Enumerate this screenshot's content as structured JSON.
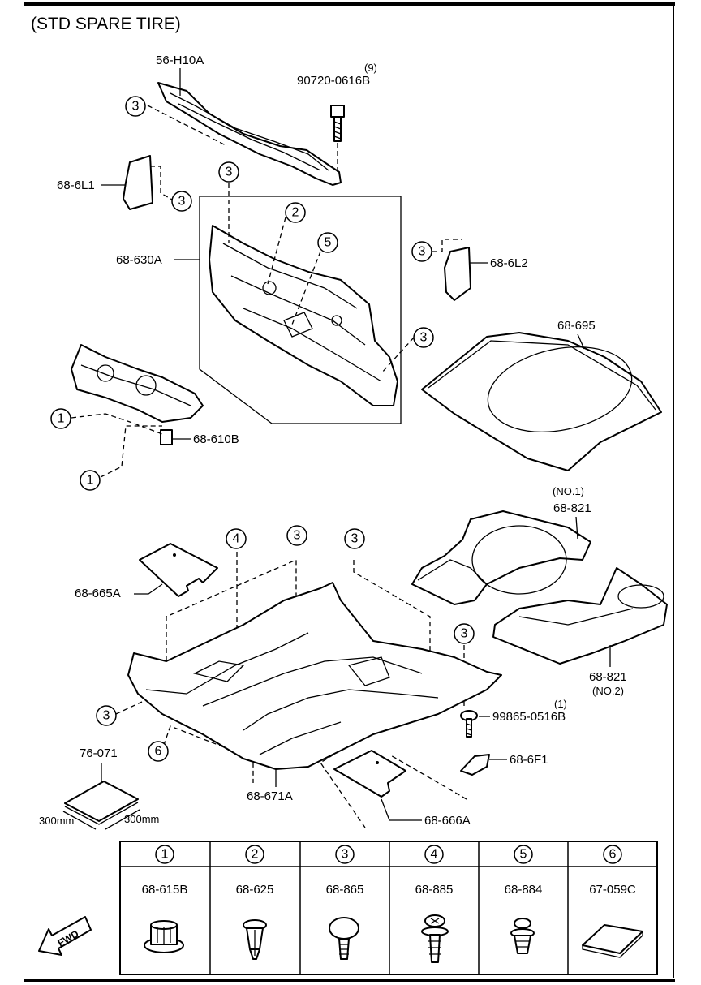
{
  "title": "(STD SPARE TIRE)",
  "callouts": {
    "c56h10a": "56-H10A",
    "c90720_qty": "(9)",
    "c90720": "90720-0616B",
    "c686l1": "68-6L1",
    "c68630a": "68-630A",
    "c686l2": "68-6L2",
    "c68695": "68-695",
    "c68610b": "68-610B",
    "c68821_top_note": "(NO.1)",
    "c68821_top": "68-821",
    "c68665a": "68-665A",
    "c68821_bot": "68-821",
    "c68821_bot_note": "(NO.2)",
    "c99865_qty": "(1)",
    "c99865": "99865-0516B",
    "c76071": "76-071",
    "c686f1": "68-6F1",
    "c68671a": "68-671A",
    "c68666a": "68-666A",
    "dim_a": "300mm",
    "dim_b": "300mm",
    "fwd": "FWD"
  },
  "ref_numbers": [
    "1",
    "2",
    "3",
    "4",
    "5",
    "6"
  ],
  "legend": {
    "headers": [
      "1",
      "2",
      "3",
      "4",
      "5",
      "6"
    ],
    "parts": [
      "68-615B",
      "68-625",
      "68-865",
      "68-885",
      "68-884",
      "67-059C"
    ],
    "icons": [
      "push-clip-icon",
      "rivet-clip-icon",
      "mushroom-clip-icon",
      "christmas-tree-clip-icon",
      "grommet-clip-icon",
      "felt-pad-icon"
    ]
  }
}
